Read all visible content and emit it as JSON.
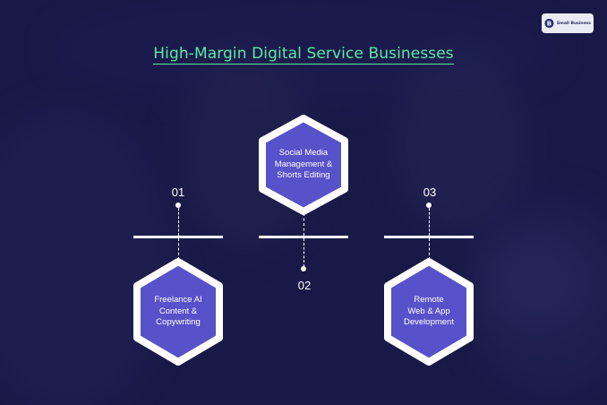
{
  "title": "High-Margin Digital Service Businesses",
  "logo": {
    "icon": "b-logo-icon",
    "text": "Small Business"
  },
  "colors": {
    "accent": "#5ce8a3",
    "hexagon": "#5752c9",
    "border": "#ffffff",
    "background": "#1c1d4a"
  },
  "steps": [
    {
      "number": "01",
      "label": "Freelance AI\nContent &\nCopywriting"
    },
    {
      "number": "02",
      "label": "Social Media\nManagement &\nShorts Editing"
    },
    {
      "number": "03",
      "label": "Remote\nWeb & App\nDevelopment"
    }
  ]
}
